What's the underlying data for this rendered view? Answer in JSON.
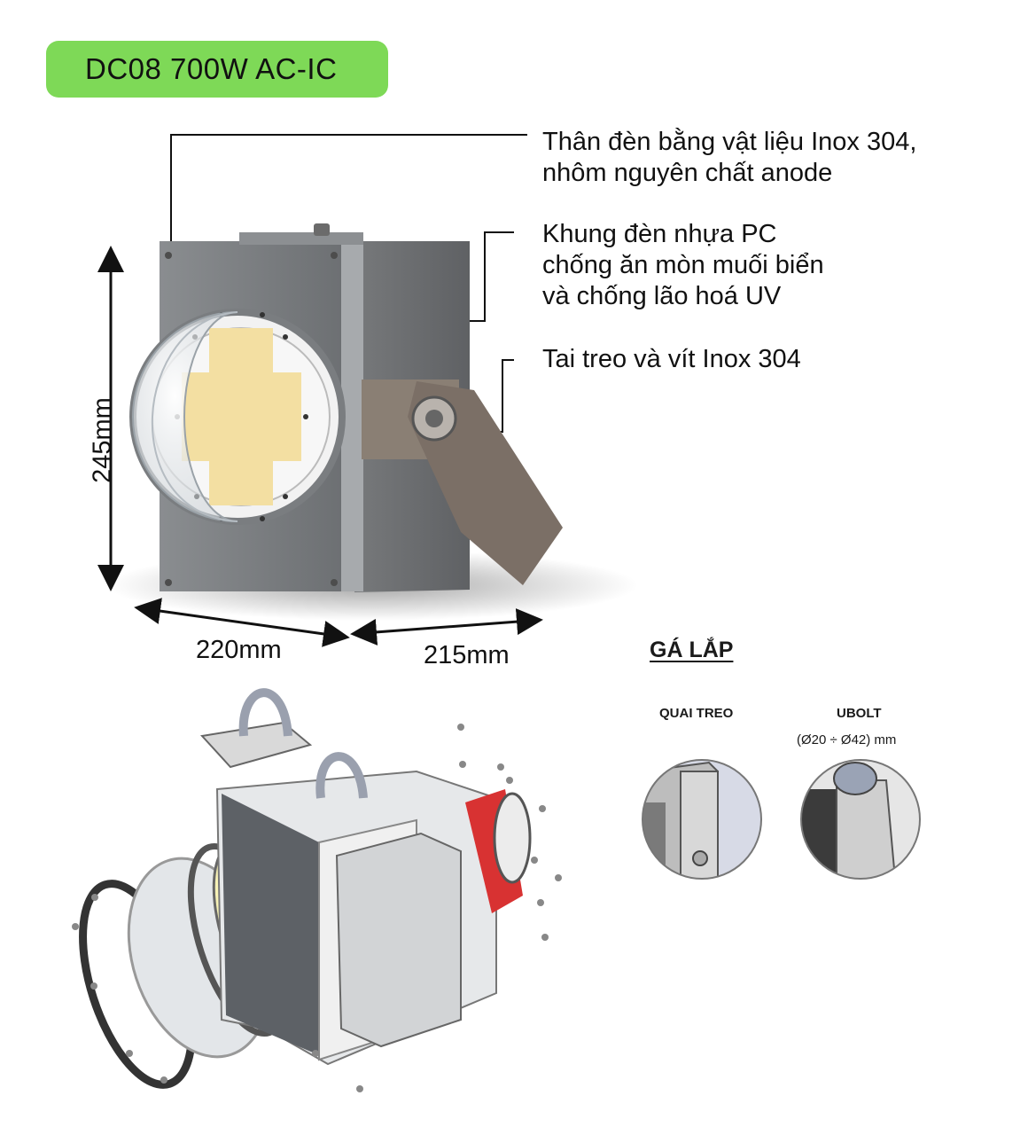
{
  "badge": {
    "title": "DC08 700W AC-IC",
    "color": "#7ed957"
  },
  "features": [
    {
      "lines": [
        "Thân đèn bằng vật liệu Inox 304,",
        "nhôm nguyên chất anode"
      ]
    },
    {
      "lines": [
        "Khung đèn nhựa PC",
        "chống ăn mòn muối biển",
        "và chống lão hoá UV"
      ]
    },
    {
      "lines": [
        "Tai treo và vít Inox 304"
      ]
    }
  ],
  "dimensions": {
    "height": "245mm",
    "width": "220mm",
    "depth": "215mm"
  },
  "mounting": {
    "title": "GÁ LẮP",
    "options": [
      {
        "label": "QUAI TREO",
        "detail": ""
      },
      {
        "label": "UBOLT",
        "detail": "(Ø20 ÷ Ø42) mm"
      }
    ]
  },
  "icons": [
    "lamp-product-image",
    "exploded-view-image",
    "hanger-detail-image",
    "ubolt-detail-image"
  ]
}
